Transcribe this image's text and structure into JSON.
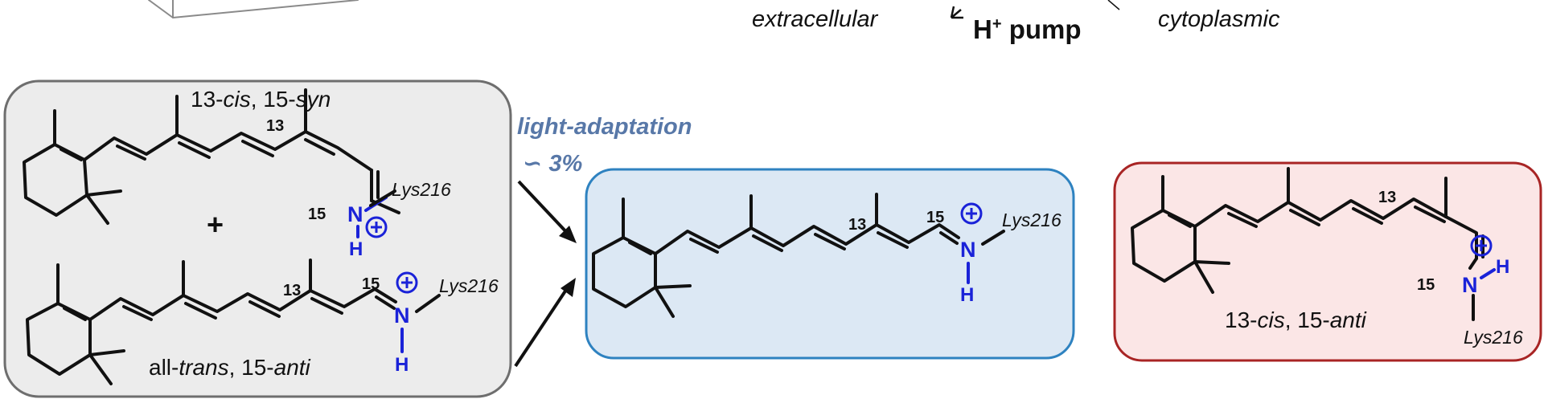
{
  "header": {
    "left_label": "extracellular",
    "center_label": "H",
    "center_sup": "+",
    "center_suffix": " pump",
    "right_label": "cytoplasmic"
  },
  "box_left": {
    "top_label_prefix": "13-",
    "top_label_cis": "cis",
    "top_label_mid": ", 15-",
    "top_label_syn": "syn",
    "plus_sign": "+",
    "bottom_label_prefix": "all-",
    "bottom_label_trans": "trans",
    "bottom_label_mid": ", 15-",
    "bottom_label_anti": "anti",
    "fill_color": "#ececec",
    "stroke_color": "#6e6e6e"
  },
  "arrow": {
    "label": "light-adaptation",
    "percent": "∽ 3%",
    "color": "#5878a8"
  },
  "box_center": {
    "fill_color": "#dce8f4",
    "stroke_color": "#2e82c0"
  },
  "box_right": {
    "label_prefix": "13-",
    "label_cis": "cis",
    "label_mid": ", 15-",
    "label_anti": "anti",
    "fill_color": "#fbe6e6",
    "stroke_color": "#a82424"
  },
  "atoms": {
    "num_13": "13",
    "num_15": "15",
    "nitrogen": "N",
    "hydrogen": "H",
    "lysine": "Lys216"
  },
  "colors": {
    "nitrogen_blue": "#1a22d8",
    "bond_black": "#111111"
  }
}
